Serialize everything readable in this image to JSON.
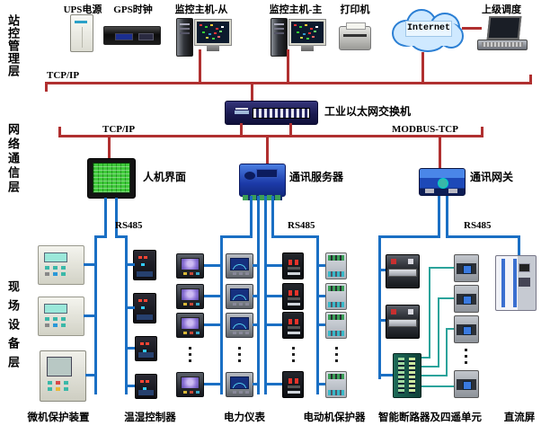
{
  "layers": {
    "station": "站控管理层",
    "network": "网络通信层",
    "field": "现场设备层"
  },
  "station": {
    "ups": "UPS电源",
    "gps": "GPS时钟",
    "host_slave": "监控主机-从",
    "host_master": "监控主机-主",
    "printer": "打印机",
    "internet": "Internet",
    "dispatch": "上级调度"
  },
  "network": {
    "bus1_protocol": "TCP/IP",
    "bus2_protocol_left": "TCP/IP",
    "bus2_protocol_right": "MODBUS-TCP",
    "switch": "工业以太网交换机",
    "hmi": "人机界面",
    "server": "通讯服务器",
    "gateway": "通讯网关"
  },
  "field": {
    "rs485_1": "RS485",
    "rs485_2": "RS485",
    "rs485_3": "RS485",
    "col1": "微机保护装置",
    "col2": "温湿控制器",
    "col3": "电力仪表",
    "col4": "电动机保护器",
    "col5": "智能断路器及四遥单元",
    "col6": "直流屏"
  },
  "colors": {
    "ethernet_bus_red": "#b03030",
    "rs485_bus_blue": "#1a6fc4",
    "io_link_teal": "#2ba39b",
    "cloud_fill": "#cfe9ff",
    "cloud_border": "#2b7fd4"
  }
}
